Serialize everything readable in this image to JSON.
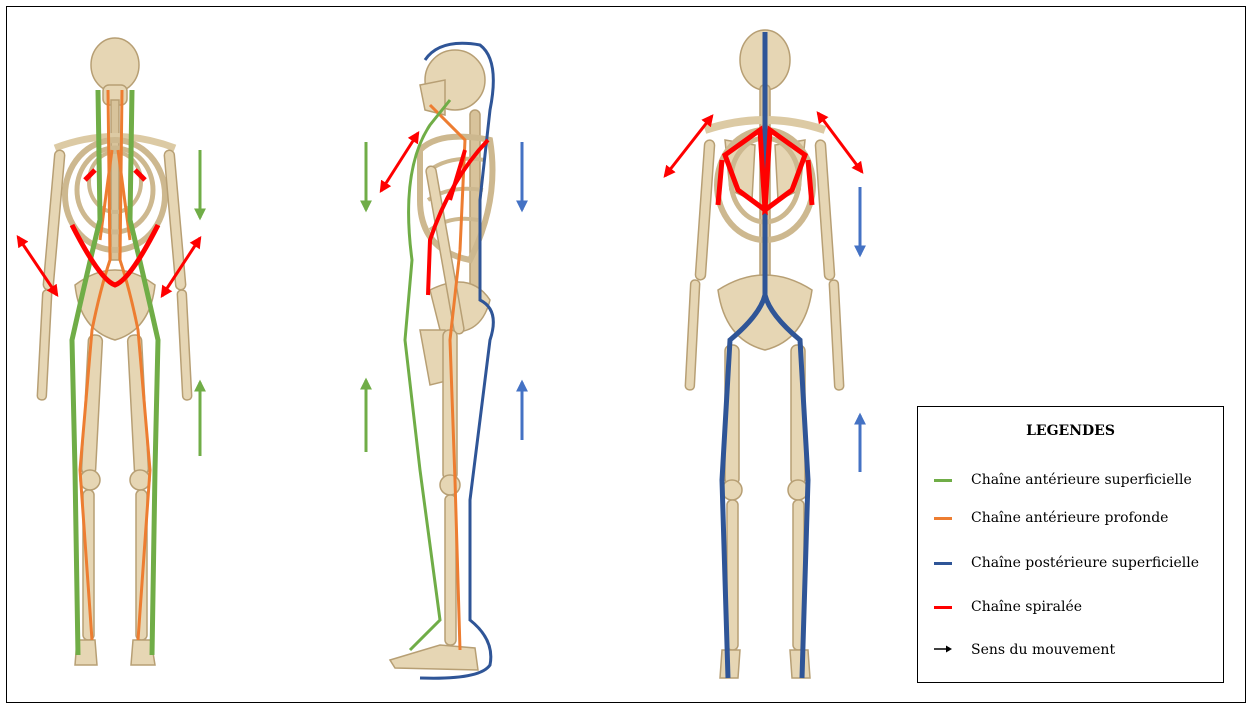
{
  "legend": {
    "title": "LEGENDES",
    "items": [
      {
        "label": "Chaîne antérieure superficielle",
        "color": "#70ad47",
        "symbol": "line"
      },
      {
        "label": "Chaîne antérieure profonde",
        "color": "#ed7d31",
        "symbol": "line"
      },
      {
        "label": "Chaîne postérieure superficielle",
        "color": "#2f5597",
        "symbol": "line"
      },
      {
        "label": "Chaîne spiralée",
        "color": "#ff0000",
        "symbol": "line"
      },
      {
        "label": "Sens du mouvement",
        "color": "#000000",
        "symbol": "arrow"
      }
    ]
  },
  "colors": {
    "anterior_superficial": "#70ad47",
    "anterior_deep": "#ed7d31",
    "posterior_superficial": "#2f5597",
    "spiral": "#ff0000",
    "bone": "#e6d6b4",
    "bone_shadow": "#b79f74"
  },
  "figures": [
    "skeleton-front-view",
    "skeleton-side-view",
    "skeleton-back-view"
  ]
}
